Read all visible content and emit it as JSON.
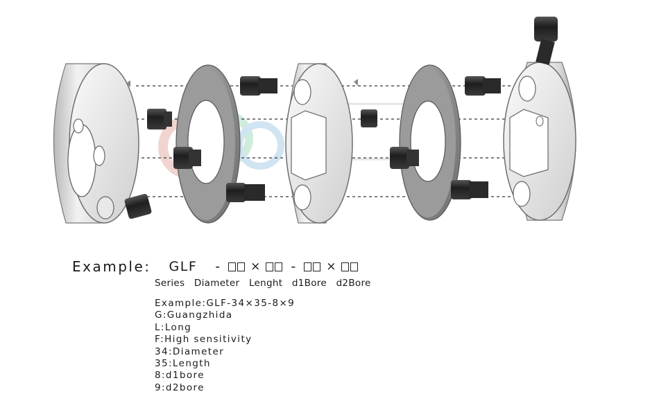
{
  "example": {
    "label": "Example:",
    "series_code": "GLF",
    "dash": "-",
    "times": "×"
  },
  "field_labels": [
    "Series",
    "Diameter",
    "Lenght",
    "d1Bore",
    "d2Bore"
  ],
  "legend": [
    "Example:GLF-34×35-8×9",
    "G:Guangzhida",
    "L:Long",
    "F:High sensitivity",
    "34:Diameter",
    "35:Length",
    "8:d1bore",
    "9:d2bore"
  ],
  "icons": [
    "hub-left-icon",
    "diaphragm-disc-icon",
    "spacer-center-icon",
    "hub-right-icon",
    "socket-cap-screw-icon",
    "watermark-logo-icon"
  ],
  "colors": {
    "text": "#1a1a1a",
    "metal": "#d6d6d6",
    "disc": "#8a8a8a",
    "screw": "#2b2b2b"
  }
}
